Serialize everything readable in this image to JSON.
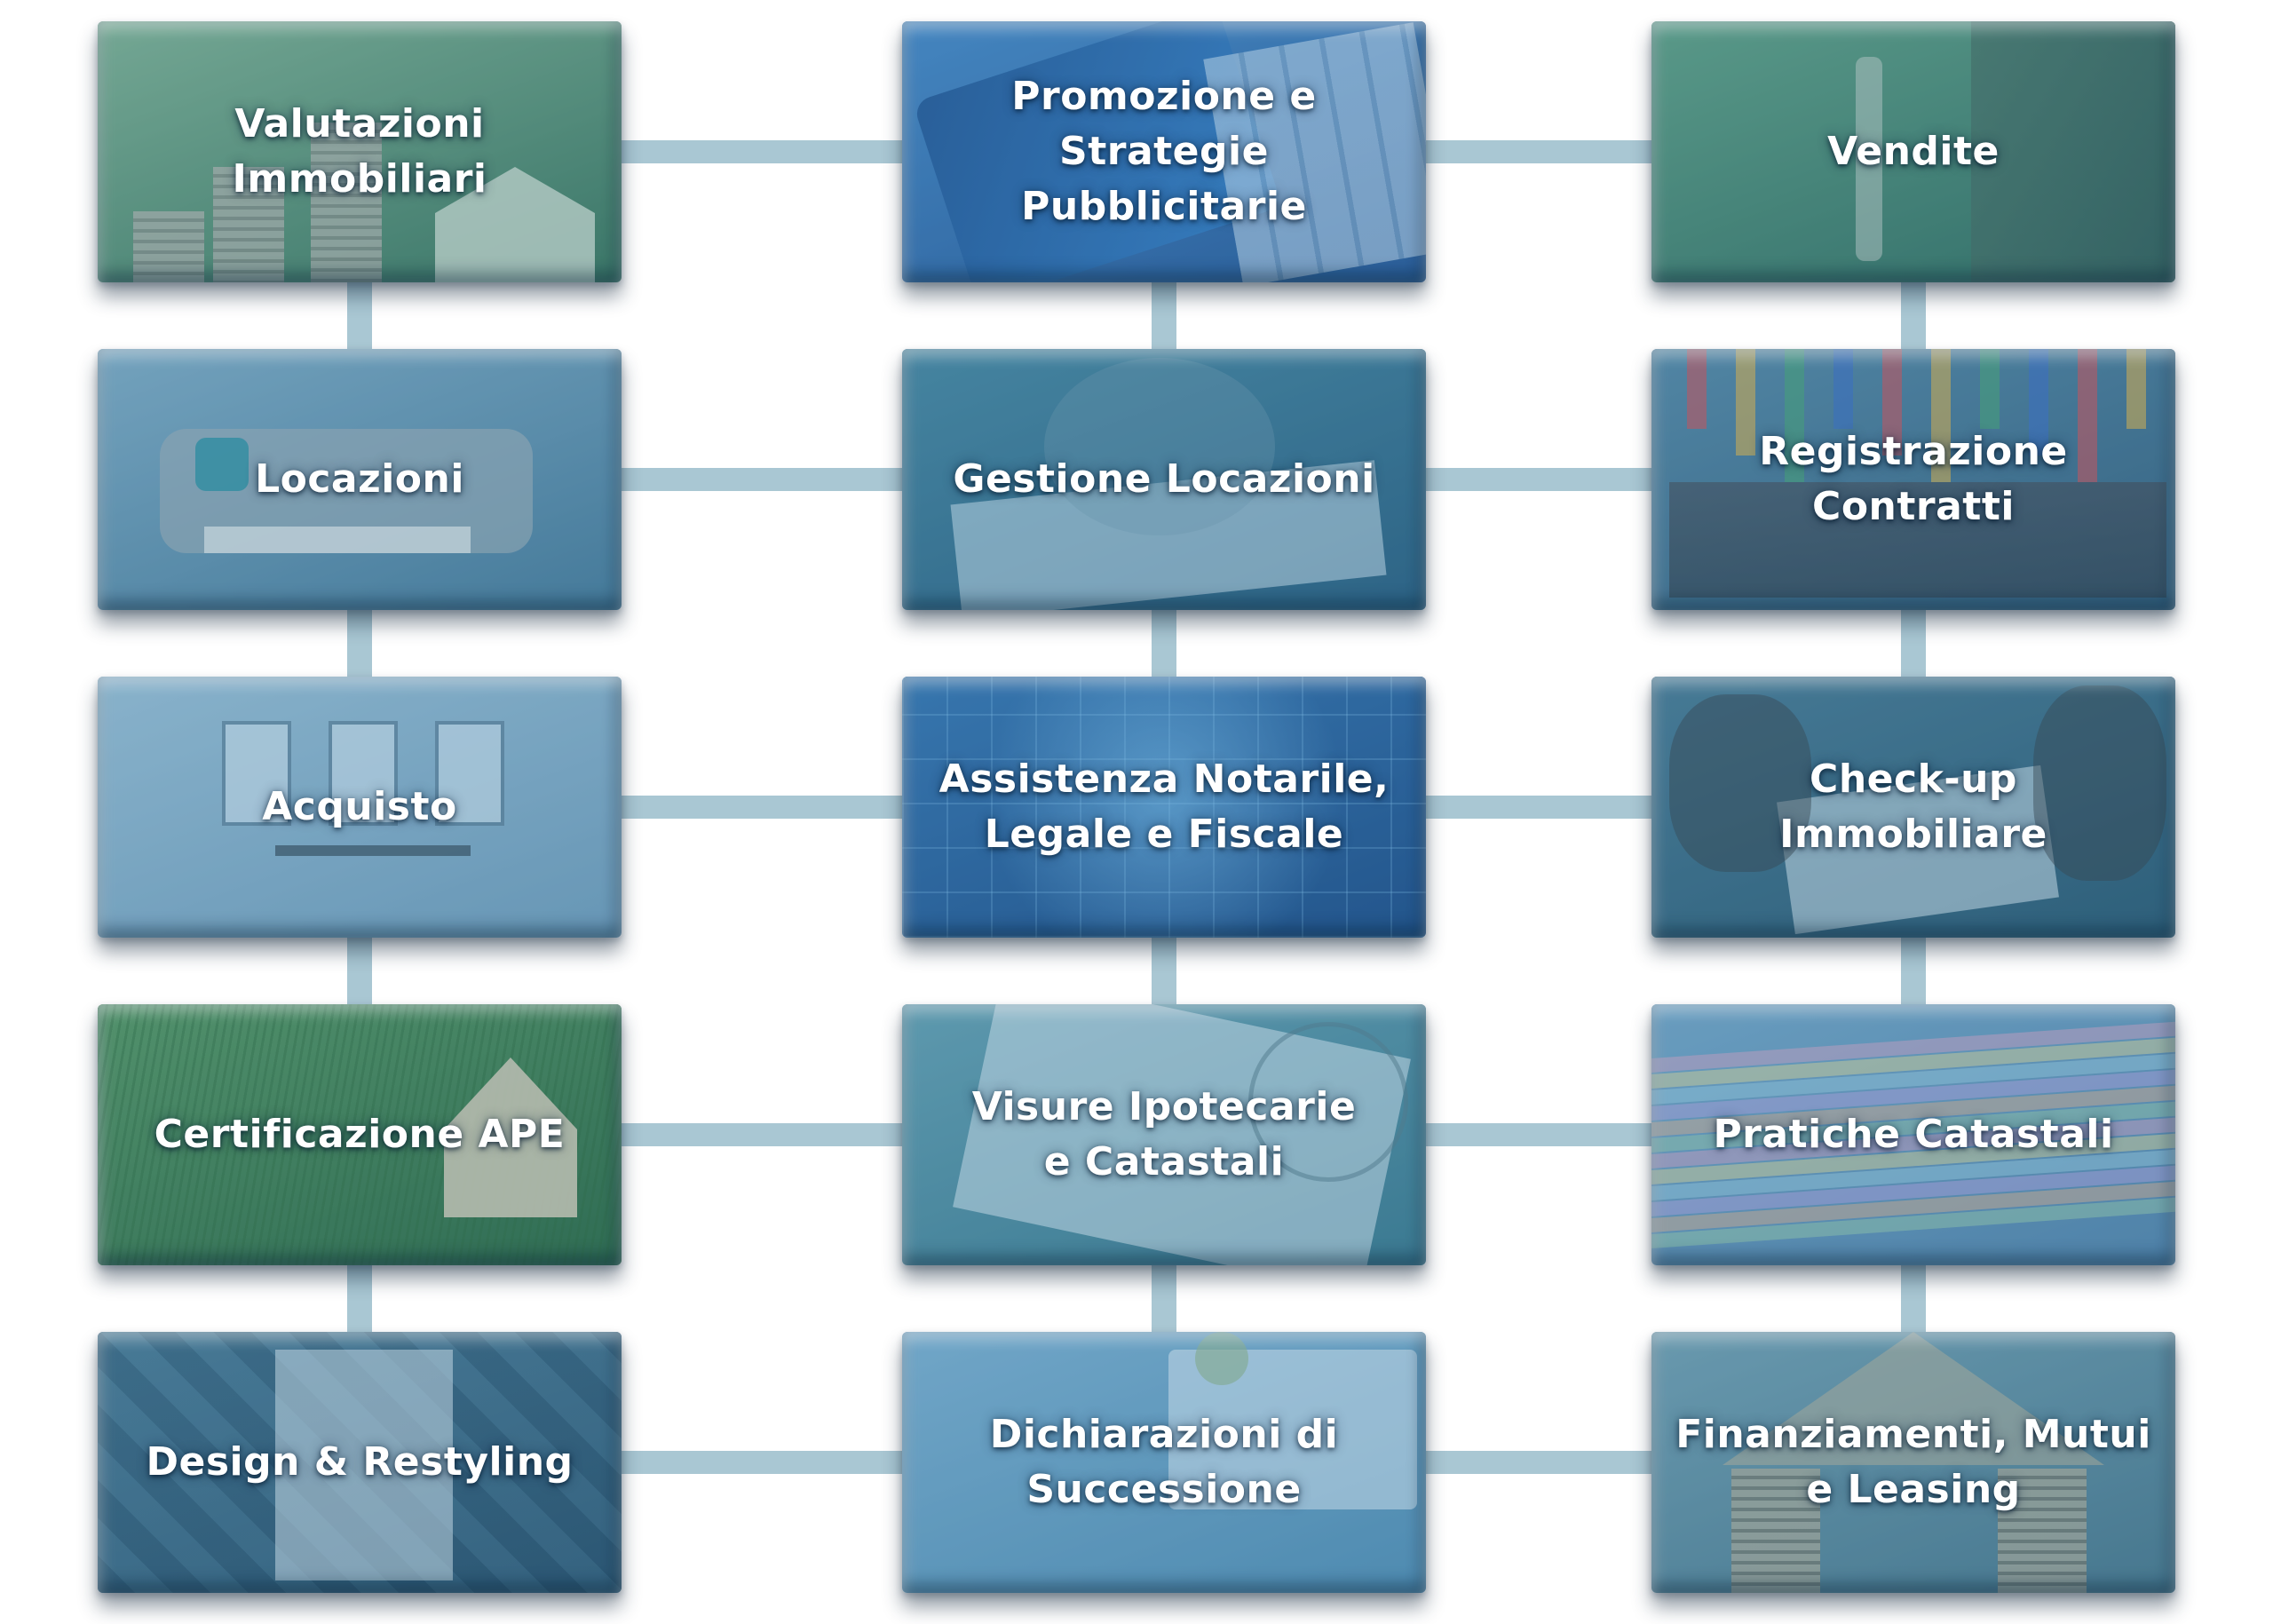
{
  "tiles": [
    {
      "label": "Valutazioni\nImmobiliari",
      "bg": [
        "#7fae84",
        "#2f6a48"
      ],
      "tone": "#cfd9c2"
    },
    {
      "label": "Promozione e\nStrategie\nPubblicitarie",
      "bg": [
        "#3c7fc0",
        "#1a4a8c"
      ],
      "tone": "#bcd5ea"
    },
    {
      "label": "Vendite",
      "bg": [
        "#5a9a74",
        "#24604a"
      ],
      "tone": "#9ec29a"
    },
    {
      "label": "Locazioni",
      "bg": [
        "#7ea7bd",
        "#3d6f8c"
      ],
      "tone": "#c9d8e0"
    },
    {
      "label": "Gestione Locazioni",
      "bg": [
        "#3e7e95",
        "#1c5070"
      ],
      "tone": "#b9d3de"
    },
    {
      "label": "Registrazione\nContratti",
      "bg": [
        "#4e7f9a",
        "#28506b"
      ],
      "tone": "#e0a050"
    },
    {
      "label": "Acquisto",
      "bg": [
        "#9bbdd0",
        "#6c96b2"
      ],
      "tone": "#e6eef2"
    },
    {
      "label": "Assistenza Notarile,\nLegale e Fiscale",
      "bg": [
        "#2a6aa8",
        "#0e3c78"
      ],
      "tone": "#8fc6ea"
    },
    {
      "label": "Check-up\nImmobiliare",
      "bg": [
        "#3f6f86",
        "#1d4a60"
      ],
      "tone": "#c8d6da"
    },
    {
      "label": "Certificazione APE",
      "bg": [
        "#4f8f4c",
        "#1f5c2c"
      ],
      "tone": "#d8c9a8"
    },
    {
      "label": "Visure Ipotecarie\ne Catastali",
      "bg": [
        "#5f9aa8",
        "#2f6e80"
      ],
      "tone": "#d4e2e6"
    },
    {
      "label": "Pratiche Catastali",
      "bg": [
        "#6f9fbf",
        "#4b7aa0"
      ],
      "tone": "#e3b6c6"
    },
    {
      "label": "Design & Restyling",
      "bg": [
        "#3d6f88",
        "#1c4660"
      ],
      "tone": "#b7c9d2"
    },
    {
      "label": "Dichiarazioni di\nSuccessione",
      "bg": [
        "#7aaccb",
        "#4a86ab"
      ],
      "tone": "#e6eff4"
    },
    {
      "label": "Finanziamenti, Mutui\ne Leasing",
      "bg": [
        "#6f9aa8",
        "#3f6b7c"
      ],
      "tone": "#c7b28c"
    }
  ],
  "colors": {
    "connector": "#a9c7d3",
    "label": "#ffffff",
    "background": "#ffffff"
  }
}
